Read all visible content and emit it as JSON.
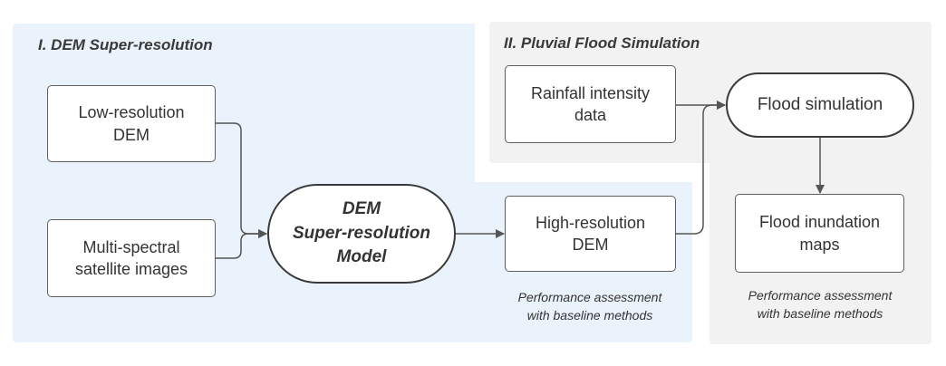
{
  "diagram": {
    "sections": {
      "dem_super_resolution_title": "I. DEM Super-resolution",
      "pluvial_flood_simulation_title": "II. Pluvial Flood Simulation"
    },
    "nodes": {
      "low_resolution_dem": {
        "line1": "Low-resolution",
        "line2": "DEM"
      },
      "multi_spectral_images": {
        "line1": "Multi-spectral",
        "line2": "satellite images"
      },
      "dem_model": {
        "line1": "DEM",
        "line2": "Super-resolution",
        "line3": "Model"
      },
      "high_resolution_dem": {
        "line1": "High-resolution",
        "line2": "DEM"
      },
      "rainfall_data": {
        "line1": "Rainfall intensity",
        "line2": "data"
      },
      "flood_simulation": {
        "label": "Flood simulation"
      },
      "flood_maps": {
        "line1": "Flood inundation",
        "line2": "maps"
      }
    },
    "notes": {
      "high_res_assessment": {
        "line1": "Performance assessment",
        "line2": "with baseline methods"
      },
      "flood_maps_assessment": {
        "line1": "Performance assessment",
        "line2": "with baseline methods"
      }
    },
    "colors": {
      "section1_background": "#eaf2fb",
      "section2_background": "#f2f2f2",
      "box_border": "#5e5e5e",
      "connector": "#555555"
    }
  }
}
